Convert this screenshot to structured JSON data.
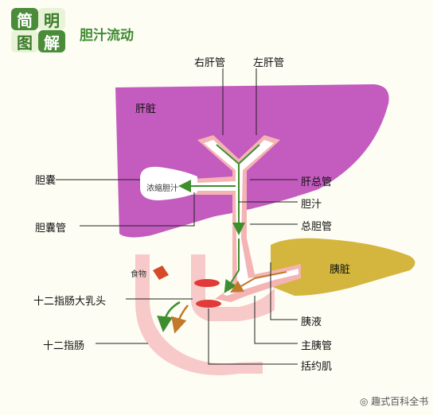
{
  "header": {
    "badge": [
      "简",
      "明",
      "图",
      "解"
    ],
    "title": "胆汁流动"
  },
  "labels": {
    "right_hepatic_duct": "右肝管",
    "left_hepatic_duct": "左肝管",
    "liver": "肝脏",
    "gallbladder": "胆囊",
    "concentrated_bile": "浓缩胆汁",
    "common_hepatic_duct": "肝总管",
    "bile": "胆汁",
    "common_bile_duct": "总胆管",
    "cystic_duct": "胆囊管",
    "food": "食物",
    "pancreas": "胰脏",
    "papilla": "十二指肠大乳头",
    "pancreatic_juice": "胰液",
    "duodenum": "十二指肠",
    "main_pancreatic_duct": "主胰管",
    "sphincter": "括约肌"
  },
  "watermark": "趣式百科全书",
  "colors": {
    "liver": "#c45bbf",
    "pancreas": "#d4b63e",
    "duct_wall": "#f4b4b4",
    "bile_arrow": "#3e8e2e",
    "juice_arrow": "#c07a2a",
    "title": "#3d8a2f"
  }
}
